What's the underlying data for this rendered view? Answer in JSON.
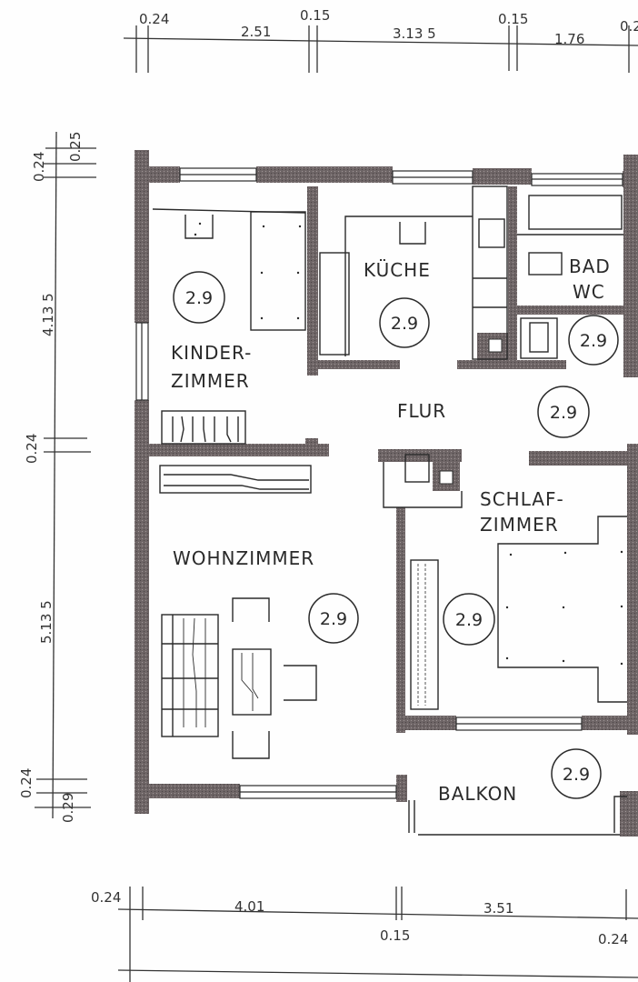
{
  "colors": {
    "wall": "#6e6566",
    "line": "#2a2a2a",
    "paper": "#fefefe"
  },
  "dimensions": {
    "top": [
      "0.24",
      "2.51",
      "0.15",
      "3.13 5",
      "0.15",
      "1.76",
      "0.2"
    ],
    "left": [
      "0.24",
      "0.25",
      "4.13 5",
      "0.24",
      "5.13 5",
      "0.24",
      "0.29"
    ],
    "bottom": [
      "0.24",
      "4.01",
      "0.15",
      "3.51",
      "0.24"
    ]
  },
  "rooms": {
    "kinderzimmer": {
      "line1": "KINDER-",
      "line2": "ZIMMER",
      "height": "2.9"
    },
    "kueche": {
      "label": "KÜCHE",
      "height": "2.9"
    },
    "bad": {
      "line1": "BAD",
      "line2": "WC",
      "height": "2.9"
    },
    "flur": {
      "label": "FLUR",
      "height": "2.9"
    },
    "schlafzimmer": {
      "line1": "SCHLAF-",
      "line2": "ZIMMER",
      "height": "2.9"
    },
    "wohnzimmer": {
      "label": "WOHNZIMMER",
      "height": "2.9"
    },
    "balkon": {
      "label": "BALKON",
      "height": "2.9"
    }
  }
}
